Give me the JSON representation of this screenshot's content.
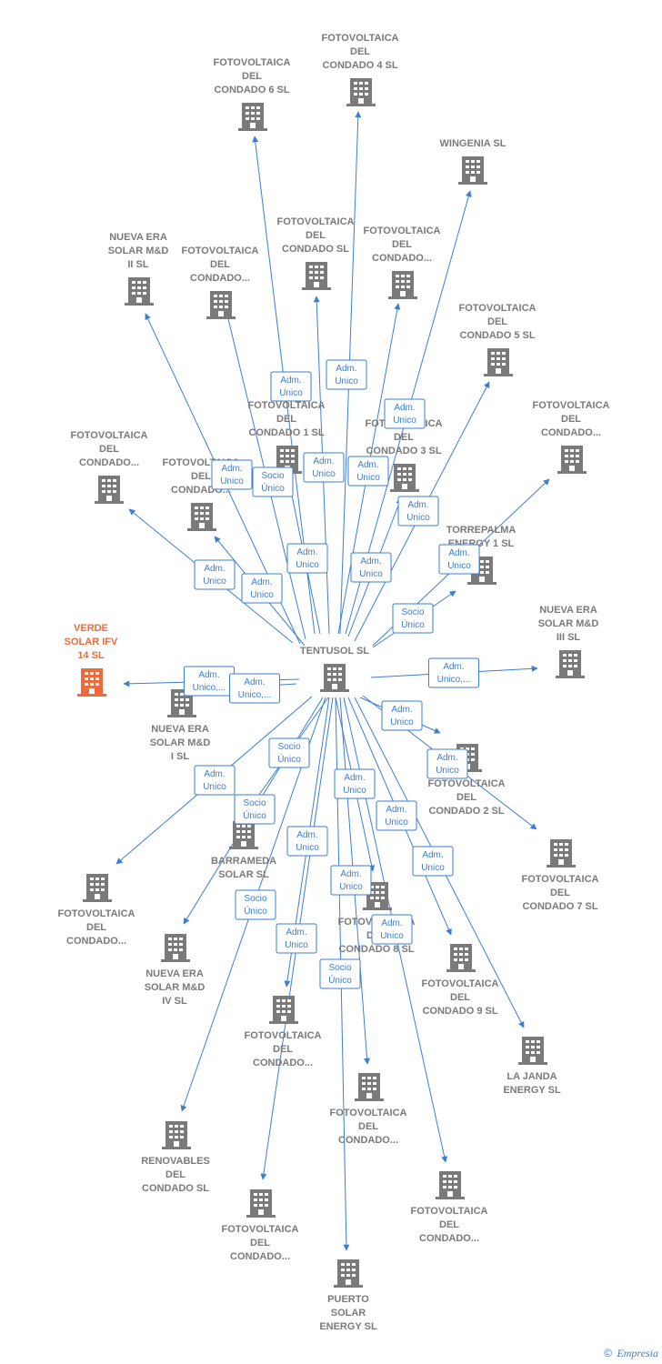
{
  "colors": {
    "company": "#7a7a7a",
    "target": "#ee6a3a",
    "edge": "#3a7fd4"
  },
  "footer": {
    "copyright": "©",
    "brand": "Empresia"
  },
  "graph": {
    "center": "TENTUSOL SL",
    "nodes": [
      {
        "id": "center",
        "lines": [
          "TENTUSOL SL"
        ]
      },
      {
        "id": "verde",
        "lines": [
          "VERDE",
          "SOLAR IFV",
          "14  SL"
        ],
        "target": true
      },
      {
        "id": "fc6",
        "lines": [
          "FOTOVOLTAICA",
          "DEL",
          "CONDADO 6 SL"
        ]
      },
      {
        "id": "fc4",
        "lines": [
          "FOTOVOLTAICA",
          "DEL",
          "CONDADO 4 SL"
        ]
      },
      {
        "id": "wingenia",
        "lines": [
          "WINGENIA SL"
        ]
      },
      {
        "id": "nesm2",
        "lines": [
          "NUEVA ERA",
          "SOLAR M&D",
          "II  SL"
        ]
      },
      {
        "id": "fcdots1",
        "lines": [
          "FOTOVOLTAICA",
          "DEL",
          "CONDADO..."
        ]
      },
      {
        "id": "fcsl",
        "lines": [
          "FOTOVOLTAICA",
          "DEL",
          "CONDADO SL"
        ]
      },
      {
        "id": "fcdots2",
        "lines": [
          "FOTOVOLTAICA",
          "DEL",
          "CONDADO..."
        ]
      },
      {
        "id": "fc5",
        "lines": [
          "FOTOVOLTAICA",
          "DEL",
          "CONDADO 5 SL"
        ]
      },
      {
        "id": "fc1",
        "lines": [
          "FOTOVOLTAICA",
          "DEL",
          "CONDADO 1 SL"
        ]
      },
      {
        "id": "fc3",
        "lines": [
          "FOTOVOLTAICA",
          "DEL",
          "CONDADO 3 SL"
        ]
      },
      {
        "id": "fcdots3",
        "lines": [
          "FOTOVOLTAICA",
          "DEL",
          "CONDADO..."
        ]
      },
      {
        "id": "fcdots4",
        "lines": [
          "FOTOVOLTAICA",
          "DEL",
          "CONDADO..."
        ]
      },
      {
        "id": "fcdots5",
        "lines": [
          "FOTOVOLTAICA",
          "DEL",
          "CONDADO..."
        ]
      },
      {
        "id": "torrepalma",
        "lines": [
          "TORREPALMA",
          "ENERGY 1  SL"
        ]
      },
      {
        "id": "nesm3",
        "lines": [
          "NUEVA ERA",
          "SOLAR M&D",
          "III  SL"
        ]
      },
      {
        "id": "nesm1",
        "lines": [
          "NUEVA ERA",
          "SOLAR M&D",
          "I  SL"
        ]
      },
      {
        "id": "fc2",
        "lines": [
          "FOTOVOLTAICA",
          "DEL",
          "CONDADO 2 SL"
        ]
      },
      {
        "id": "fc7",
        "lines": [
          "FOTOVOLTAICA",
          "DEL",
          "CONDADO 7 SL"
        ]
      },
      {
        "id": "barrameda",
        "lines": [
          "BARRAMEDA",
          "SOLAR  SL"
        ]
      },
      {
        "id": "fcdots6",
        "lines": [
          "FOTOVOLTAICA",
          "DEL",
          "CONDADO..."
        ]
      },
      {
        "id": "nesm4",
        "lines": [
          "NUEVA ERA",
          "SOLAR M&D",
          "IV  SL"
        ]
      },
      {
        "id": "fc8",
        "lines": [
          "FOTOVOLTAICA",
          "DEL",
          "CONDADO 8 SL"
        ]
      },
      {
        "id": "fc9",
        "lines": [
          "FOTOVOLTAICA",
          "DEL",
          "CONDADO 9 SL"
        ]
      },
      {
        "id": "fcdots7",
        "lines": [
          "FOTOVOLTAICA",
          "DEL",
          "CONDADO..."
        ]
      },
      {
        "id": "lajanda",
        "lines": [
          "LA JANDA",
          "ENERGY  SL"
        ]
      },
      {
        "id": "fcdots8",
        "lines": [
          "FOTOVOLTAICA",
          "DEL",
          "CONDADO..."
        ]
      },
      {
        "id": "renovables",
        "lines": [
          "RENOVABLES",
          "DEL",
          "CONDADO SL"
        ]
      },
      {
        "id": "fcdots9",
        "lines": [
          "FOTOVOLTAICA",
          "DEL",
          "CONDADO..."
        ]
      },
      {
        "id": "fcdots10",
        "lines": [
          "FOTOVOLTAICA",
          "DEL",
          "CONDADO..."
        ]
      },
      {
        "id": "puerto",
        "lines": [
          "PUERTO",
          "SOLAR",
          "ENERGY  SL"
        ]
      }
    ],
    "edges": [
      {
        "to": "fc6",
        "role": [
          "Adm.",
          "Unico"
        ]
      },
      {
        "to": "fc4",
        "role": [
          "Adm.",
          "Unico"
        ]
      },
      {
        "to": "wingenia",
        "role": [
          "Adm.",
          "Unico"
        ]
      },
      {
        "to": "nesm2",
        "role": [
          "Adm.",
          "Unico"
        ]
      },
      {
        "to": "fcdots1",
        "role": [
          "Socio",
          "Único"
        ]
      },
      {
        "to": "fcsl",
        "role": [
          "Adm.",
          "Unico"
        ]
      },
      {
        "to": "fcdots2",
        "role": [
          "Adm.",
          "Unico"
        ]
      },
      {
        "to": "fc5",
        "role": [
          "Adm.",
          "Unico"
        ]
      },
      {
        "to": "fc1",
        "role": [
          "Adm.",
          "Unico"
        ]
      },
      {
        "to": "fc3",
        "role": [
          "Adm.",
          "Unico"
        ]
      },
      {
        "to": "fcdots3",
        "role": [
          "Adm.",
          "Unico"
        ]
      },
      {
        "to": "fcdots4",
        "role": [
          "Adm.",
          "Unico"
        ]
      },
      {
        "to": "fcdots5",
        "role": [
          "Adm.",
          "Unico"
        ]
      },
      {
        "to": "torrepalma",
        "role": [
          "Socio",
          "Único"
        ]
      },
      {
        "to": "nesm3",
        "role": [
          "Adm.",
          "Unico,..."
        ]
      },
      {
        "to": "verde",
        "role": [
          "Adm.",
          "Unico,..."
        ]
      },
      {
        "to": "nesm1",
        "role": [
          "Adm.",
          "Unico,..."
        ]
      },
      {
        "to": "fc2",
        "role": [
          "Adm.",
          "Unico"
        ]
      },
      {
        "to": "fc7",
        "role": [
          "Adm.",
          "Unico"
        ]
      },
      {
        "to": "barrameda",
        "role": [
          "Socio",
          "Único"
        ]
      },
      {
        "to": "fcdots6",
        "role": [
          "Adm.",
          "Unico"
        ]
      },
      {
        "to": "nesm4",
        "role": [
          "Socio",
          "Único"
        ]
      },
      {
        "to": "fc8",
        "role": [
          "Adm.",
          "Unico"
        ]
      },
      {
        "to": "fc9",
        "role": [
          "Adm.",
          "Unico"
        ]
      },
      {
        "to": "fcdots7",
        "role": [
          "Adm.",
          "Unico"
        ]
      },
      {
        "to": "lajanda",
        "role": [
          "Adm.",
          "Unico"
        ]
      },
      {
        "to": "fcdots8",
        "role": [
          "Adm.",
          "Unico"
        ]
      },
      {
        "to": "renovables",
        "role": [
          "Socio",
          "Único"
        ]
      },
      {
        "to": "fcdots9",
        "role": [
          "Adm.",
          "Unico"
        ]
      },
      {
        "to": "fcdots10",
        "role": [
          "Adm.",
          "Unico"
        ]
      },
      {
        "to": "puerto",
        "role": [
          "Socio",
          "Único"
        ]
      }
    ]
  }
}
